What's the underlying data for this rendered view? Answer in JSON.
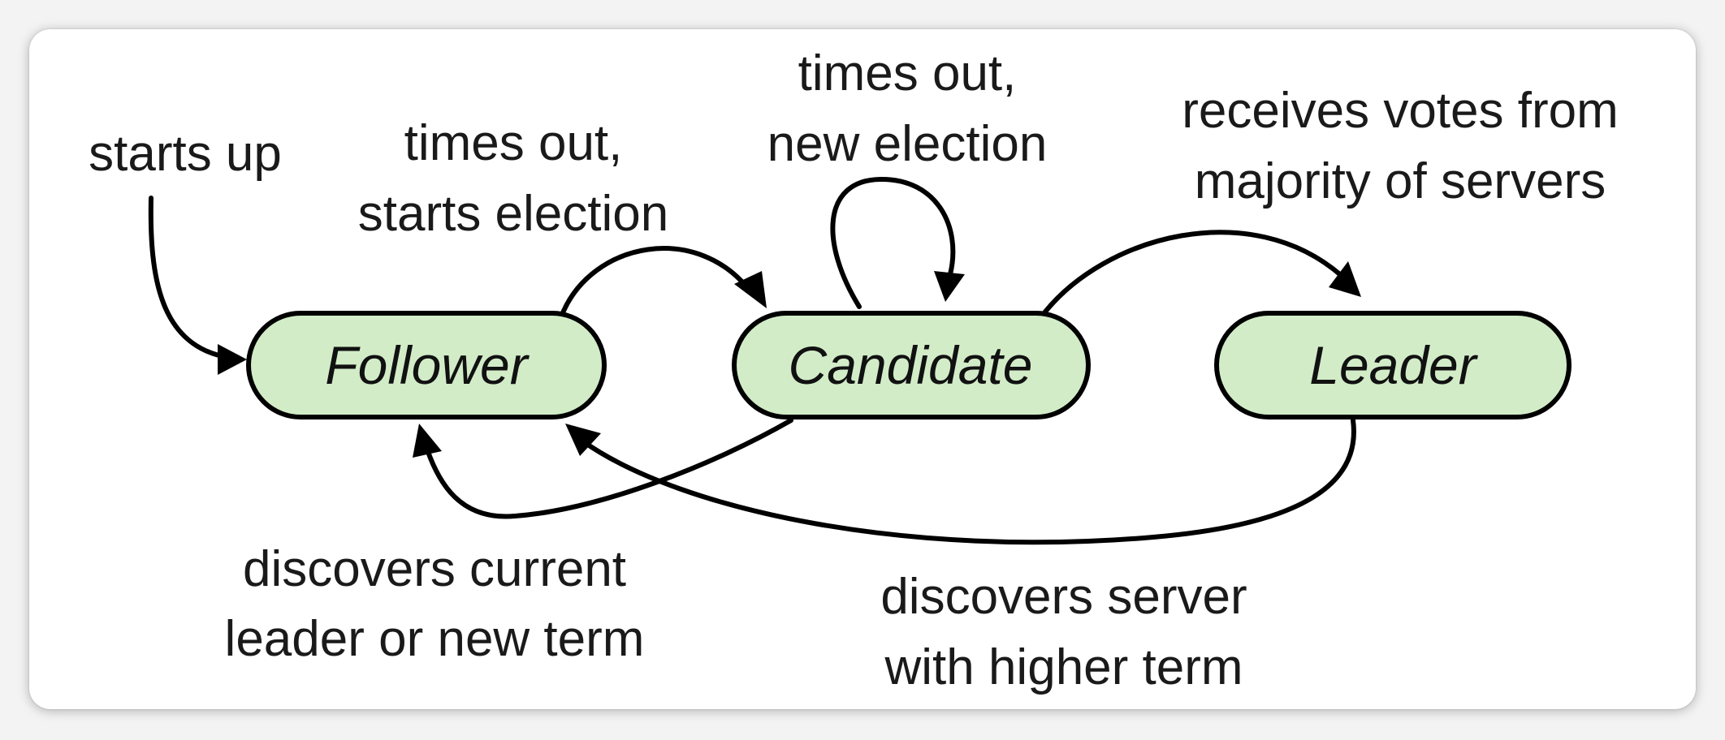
{
  "states": {
    "follower": "Follower",
    "candidate": "Candidate",
    "leader": "Leader"
  },
  "transitions": {
    "starts_up": "starts up",
    "follower_to_candidate": [
      "times out,",
      "starts election"
    ],
    "candidate_self_loop": [
      "times out,",
      "new election"
    ],
    "candidate_to_leader": [
      "receives votes from",
      "majority of servers"
    ],
    "candidate_to_follower": [
      "discovers current",
      "leader or new term"
    ],
    "leader_to_follower": [
      "discovers server",
      "with higher term"
    ]
  },
  "colors": {
    "state_fill": "#d2ecc8",
    "stroke": "#000000",
    "background": "#ffffff"
  }
}
